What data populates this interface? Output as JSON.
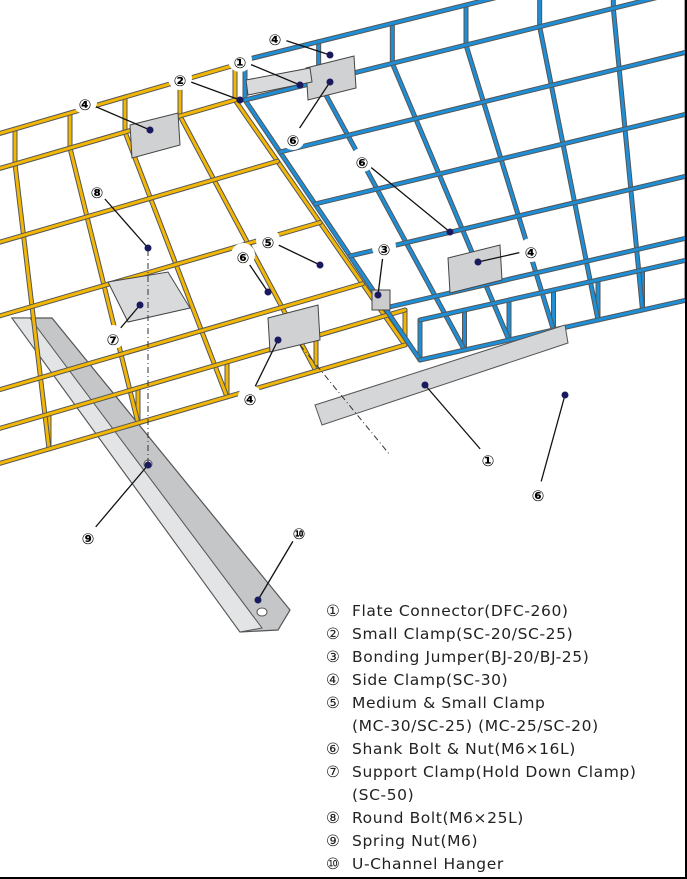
{
  "colors": {
    "yellow_tray": "#f2b705",
    "blue_tray": "#1e8fd6",
    "hardware": "#b9bcbf",
    "callout_dot": "#1a1a5e"
  },
  "callouts": [
    {
      "id": "c4a",
      "label": "④"
    },
    {
      "id": "c1a",
      "label": "①"
    },
    {
      "id": "c2",
      "label": "②"
    },
    {
      "id": "c4b",
      "label": "④"
    },
    {
      "id": "c6a",
      "label": "⑥"
    },
    {
      "id": "c6b",
      "label": "⑥"
    },
    {
      "id": "c8",
      "label": "⑧"
    },
    {
      "id": "c5",
      "label": "⑤"
    },
    {
      "id": "c3",
      "label": "③"
    },
    {
      "id": "c4c",
      "label": "④"
    },
    {
      "id": "c6c",
      "label": "⑥"
    },
    {
      "id": "c7",
      "label": "⑦"
    },
    {
      "id": "c4d",
      "label": "④"
    },
    {
      "id": "c1b",
      "label": "①"
    },
    {
      "id": "c6d",
      "label": "⑥"
    },
    {
      "id": "c9",
      "label": "⑨"
    },
    {
      "id": "c10",
      "label": "⑩"
    }
  ],
  "legend": [
    {
      "num": "①",
      "text": "Flate Connector(DFC-260)"
    },
    {
      "num": "②",
      "text": "Small Clamp(SC-20/SC-25)"
    },
    {
      "num": "③",
      "text": "Bonding Jumper(BJ-20/BJ-25)"
    },
    {
      "num": "④",
      "text": "Side Clamp(SC-30)"
    },
    {
      "num": "⑤",
      "text": "Medium & Small Clamp",
      "cont": "(MC-30/SC-25) (MC-25/SC-20)"
    },
    {
      "num": "⑥",
      "text": "Shank Bolt & Nut(M6×16L)"
    },
    {
      "num": "⑦",
      "text": "Support Clamp(Hold Down Clamp)",
      "cont": "(SC-50)"
    },
    {
      "num": "⑧",
      "text": "Round Bolt(M6×25L)"
    },
    {
      "num": "⑨",
      "text": "Spring Nut(M6)"
    },
    {
      "num": "⑩",
      "text": "U-Channel Hanger"
    }
  ]
}
